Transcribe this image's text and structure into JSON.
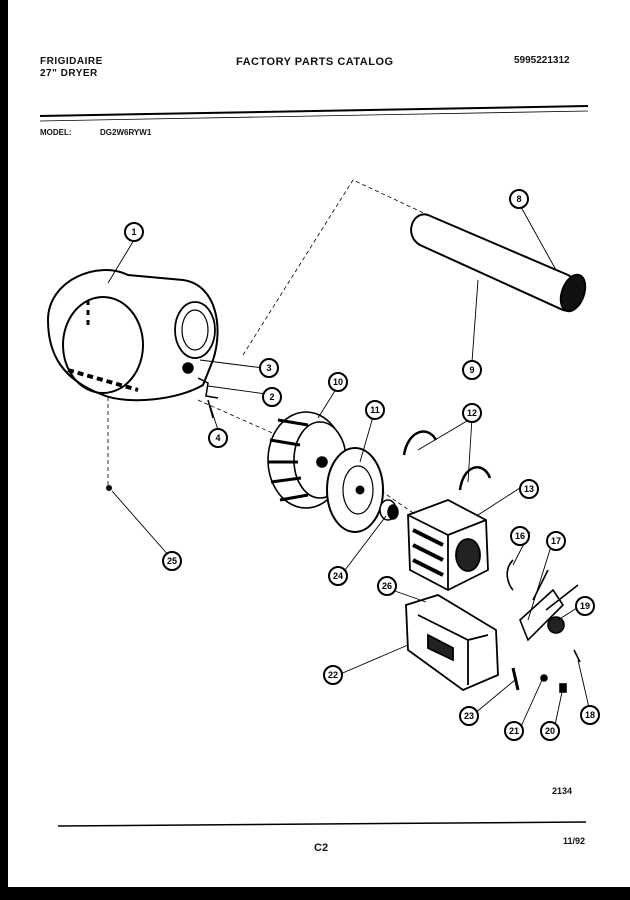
{
  "header": {
    "brand": "FRIGIDAIRE",
    "product": "27\" DRYER",
    "catalog_title": "FACTORY PARTS CATALOG",
    "document_number": "5995221312"
  },
  "model": {
    "label": "MODEL:",
    "value": "DG2W6RYW1"
  },
  "callouts": [
    "1",
    "2",
    "3",
    "4",
    "8",
    "9",
    "10",
    "11",
    "12",
    "13",
    "16",
    "17",
    "18",
    "19",
    "20",
    "21",
    "22",
    "23",
    "24",
    "25",
    "26"
  ],
  "footer": {
    "figure_number": "2134",
    "page": "C2",
    "date": "11/92"
  }
}
